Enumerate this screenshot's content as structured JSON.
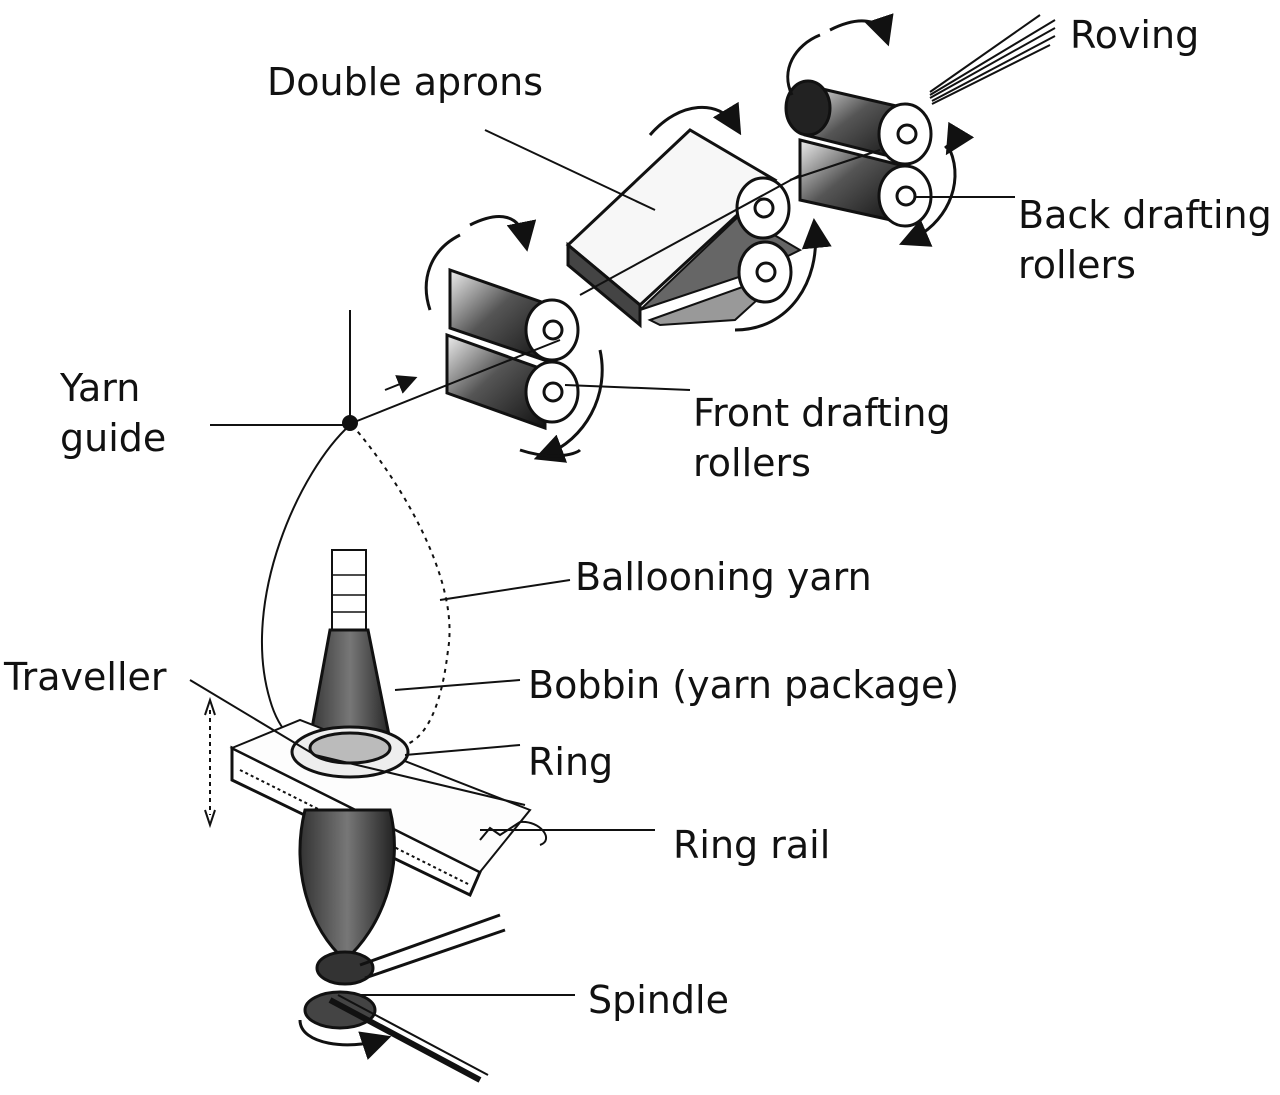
{
  "labels": {
    "roving": "Roving",
    "double_aprons": "Double aprons",
    "back_drafting_rollers": [
      "Back drafting",
      "rollers"
    ],
    "front_drafting_rollers": [
      "Front drafting",
      "rollers"
    ],
    "yarn_guide": [
      "Yarn",
      "guide"
    ],
    "ballooning_yarn": "Ballooning yarn",
    "traveller": "Traveller",
    "bobbin": "Bobbin (yarn package)",
    "ring": "Ring",
    "ring_rail": "Ring rail",
    "spindle": "Spindle"
  },
  "colors": {
    "ink": "#111111",
    "background": "#ffffff",
    "roller_dark": "#1a1a1a",
    "roller_light": "#f2f2f2"
  }
}
